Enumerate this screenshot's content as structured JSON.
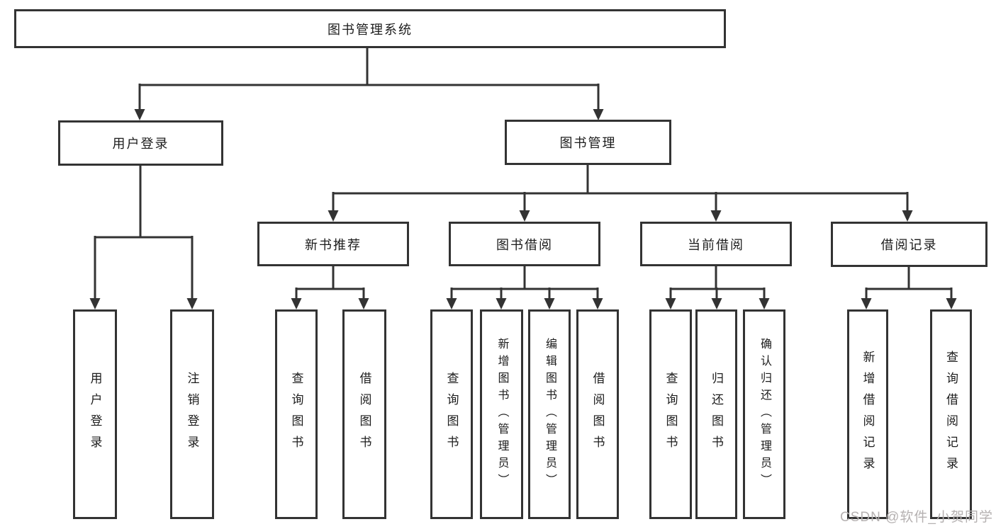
{
  "diagram_title": "图书管理系统",
  "colors": {
    "line": "#333333",
    "box_border": "#333333",
    "text": "#1c1c1c",
    "watermark": "#b5b1b1",
    "background": "#ffffff"
  },
  "nodes": {
    "root": {
      "label": "图书管理系统"
    },
    "user_login": {
      "label": "用户登录"
    },
    "book_mgmt": {
      "label": "图书管理"
    },
    "new_book_rec": {
      "label": "新书推荐"
    },
    "book_borrow": {
      "label": "图书借阅"
    },
    "current_borrow": {
      "label": "当前借阅"
    },
    "borrow_record": {
      "label": "借阅记录"
    },
    "leaf_user_login": {
      "label": "用户登录"
    },
    "leaf_logout": {
      "label": "注销登录"
    },
    "leaf_rec_query": {
      "label": "查询图书"
    },
    "leaf_rec_borrow": {
      "label": "借阅图书"
    },
    "leaf_bb_query": {
      "label": "查询图书"
    },
    "leaf_bb_add": {
      "label": "新增图书（管理员）"
    },
    "leaf_bb_edit": {
      "label": "编辑图书（管理员）"
    },
    "leaf_bb_borrow": {
      "label": "借阅图书"
    },
    "leaf_cb_query": {
      "label": "查询图书"
    },
    "leaf_cb_return": {
      "label": "归还图书"
    },
    "leaf_cb_confirm": {
      "label": "确认归还（管理员）"
    },
    "leaf_br_add": {
      "label": "新增借阅记录"
    },
    "leaf_br_query": {
      "label": "查询借阅记录"
    }
  },
  "hierarchy": {
    "图书管理系统": {
      "用户登录": [
        "用户登录",
        "注销登录"
      ],
      "图书管理": {
        "新书推荐": [
          "查询图书",
          "借阅图书"
        ],
        "图书借阅": [
          "查询图书",
          "新增图书（管理员）",
          "编辑图书（管理员）",
          "借阅图书"
        ],
        "当前借阅": [
          "查询图书",
          "归还图书",
          "确认归还（管理员）"
        ],
        "借阅记录": [
          "新增借阅记录",
          "查询借阅记录"
        ]
      }
    }
  },
  "watermark": {
    "text": "CSDN @软件_小贺同学"
  }
}
